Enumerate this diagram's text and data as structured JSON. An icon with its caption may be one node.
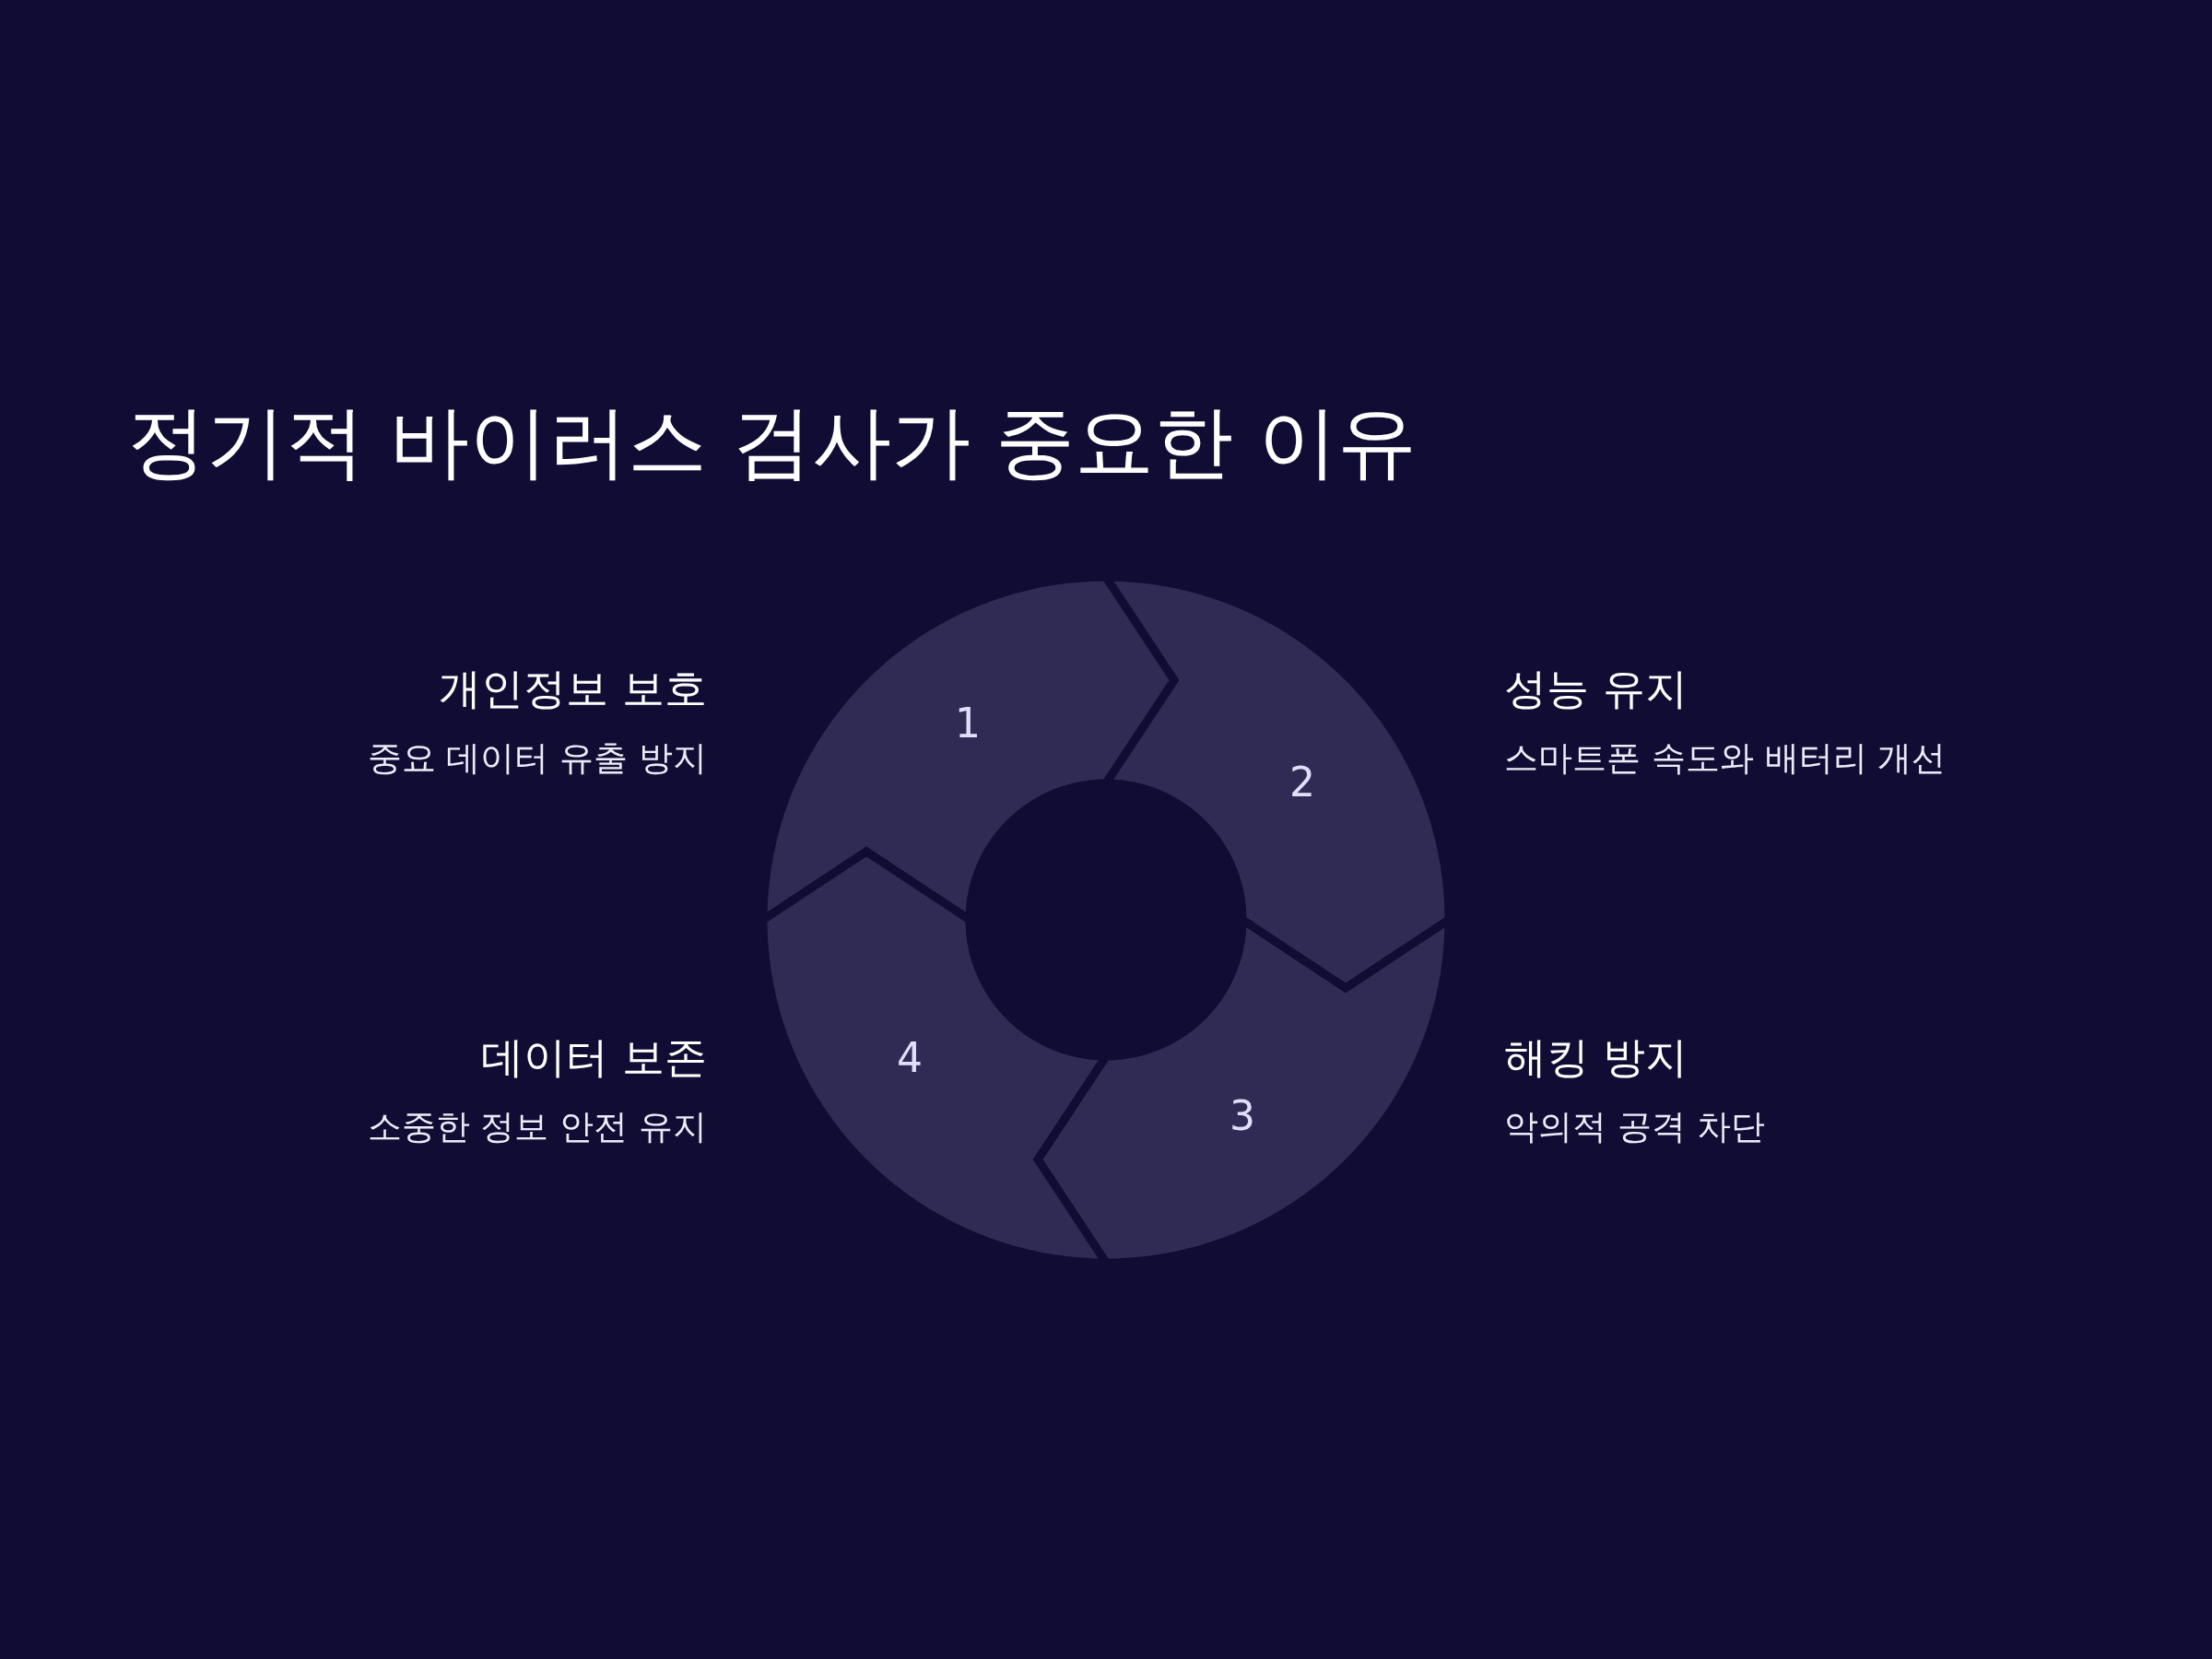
{
  "diagram": {
    "title": "정기적 바이러스 검사가 중요한 이유",
    "nodes": [
      {
        "text": [
          "1"
        ],
        "beside": [
          "개인정보 보호",
          "중요 데이터 유출 방지"
        ]
      },
      {
        "text": [
          "2"
        ],
        "beside": [
          "성능 유지",
          "스마트폰 속도와 배터리 개선"
        ]
      },
      {
        "text": [
          "3"
        ],
        "beside": [
          "해킹 방지",
          "악의적 공격 차단"
        ]
      },
      {
        "text": [
          "4"
        ],
        "beside": [
          "데이터 보존",
          "소중한 정보 안전 유지"
        ]
      }
    ]
  }
}
